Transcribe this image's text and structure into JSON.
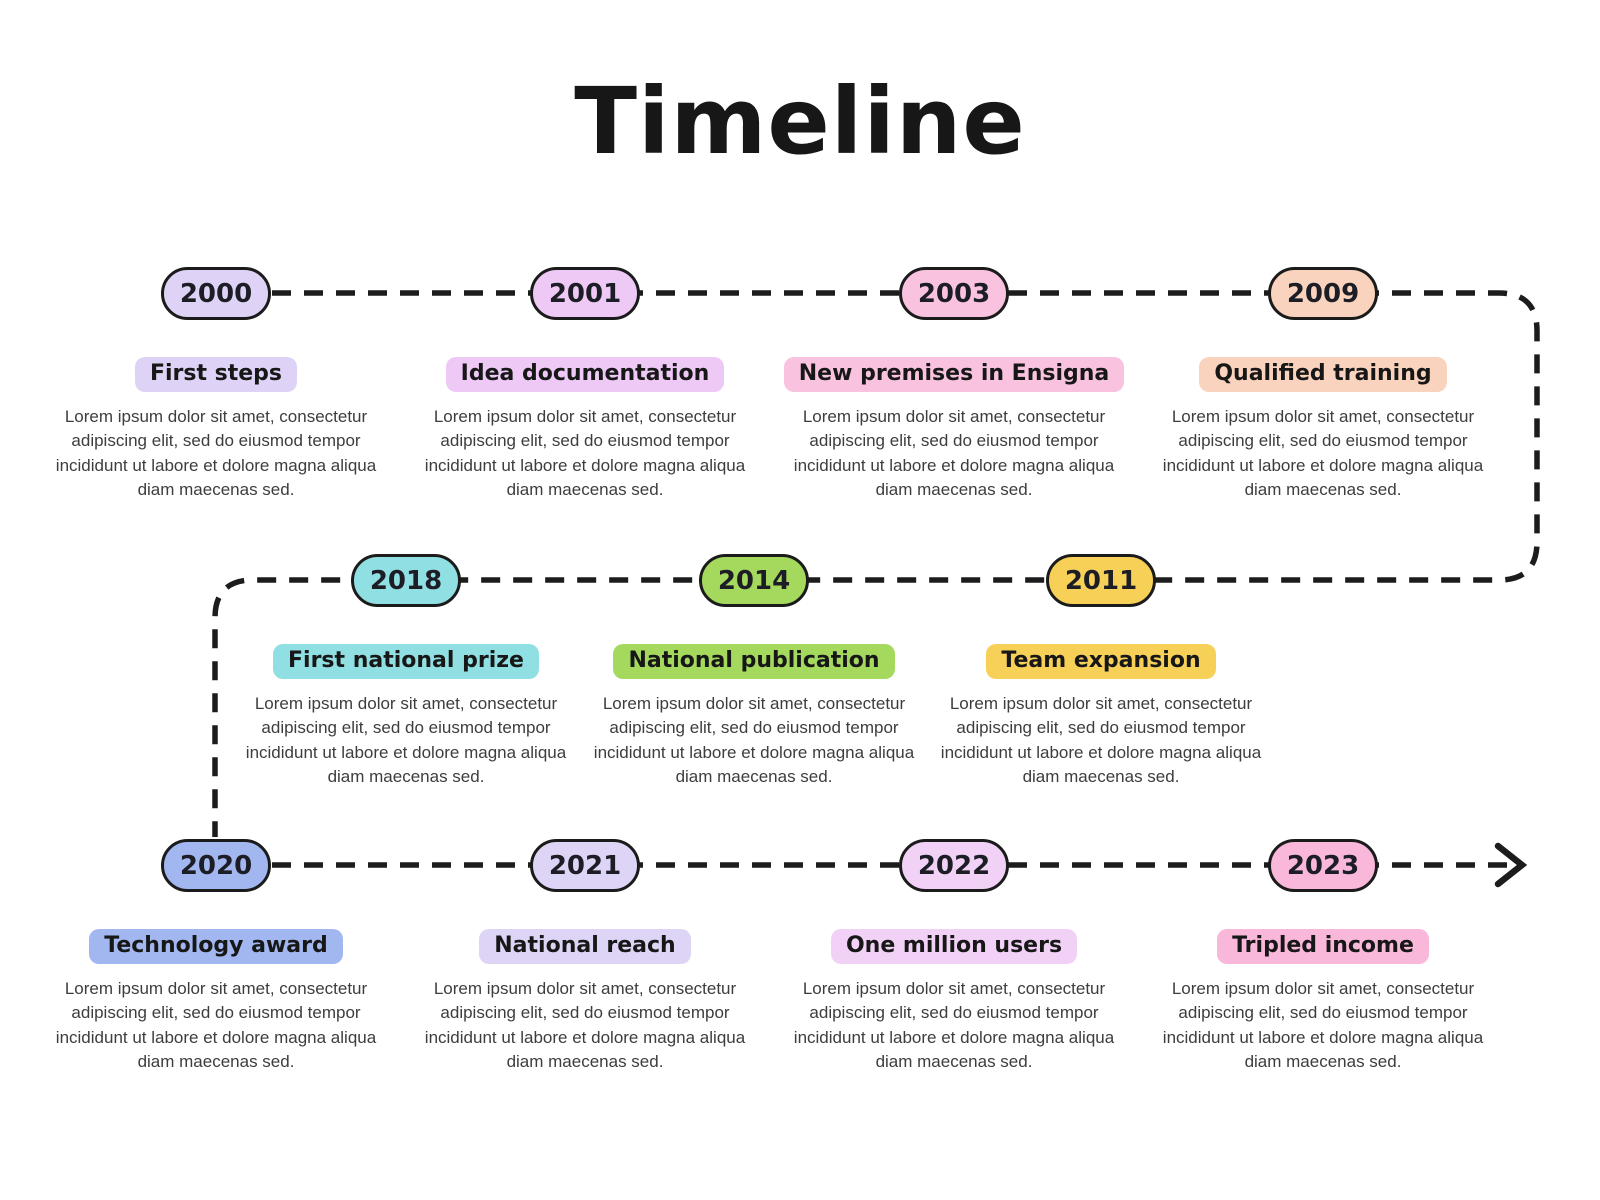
{
  "title": "Timeline",
  "line_color": "#1c1c1c",
  "border_color": "#1b1b1b",
  "events": [
    {
      "year": "2000",
      "label": "First steps",
      "color": "#ded3f6",
      "description": "Lorem ipsum dolor sit amet, consectetur adipiscing elit, sed do eiusmod tempor incididunt ut labore et dolore magna aliqua diam maecenas sed."
    },
    {
      "year": "2001",
      "label": "Idea documentation",
      "color": "#eec9f5",
      "description": "Lorem ipsum dolor sit amet, consectetur adipiscing elit, sed do eiusmod tempor incididunt ut labore et dolore magna aliqua diam maecenas sed."
    },
    {
      "year": "2003",
      "label": "New premises in Ensigna",
      "color": "#f9c3e0",
      "description": "Lorem ipsum dolor sit amet, consectetur adipiscing elit, sed do eiusmod tempor incididunt ut labore et dolore magna aliqua diam maecenas sed."
    },
    {
      "year": "2009",
      "label": "Qualified training",
      "color": "#f9d3bd",
      "description": "Lorem ipsum dolor sit amet, consectetur adipiscing elit, sed do eiusmod tempor incididunt ut labore et dolore magna aliqua diam maecenas sed."
    },
    {
      "year": "2011",
      "label": "Team expansion",
      "color": "#f7d157",
      "description": "Lorem ipsum dolor sit amet, consectetur adipiscing elit, sed do eiusmod tempor incididunt ut labore et dolore magna aliqua diam maecenas sed."
    },
    {
      "year": "2014",
      "label": "National publication",
      "color": "#a4d95e",
      "description": "Lorem ipsum dolor sit amet, consectetur adipiscing elit, sed do eiusmod tempor incididunt ut labore et dolore magna aliqua diam maecenas sed."
    },
    {
      "year": "2018",
      "label": "First national prize",
      "color": "#90dfe3",
      "description": "Lorem ipsum dolor sit amet, consectetur adipiscing elit, sed do eiusmod tempor incididunt ut labore et dolore magna aliqua diam maecenas sed."
    },
    {
      "year": "2020",
      "label": "Technology award",
      "color": "#a2b6f0",
      "description": "Lorem ipsum dolor sit amet, consectetur adipiscing elit, sed do eiusmod tempor incididunt ut labore et dolore magna aliqua diam maecenas sed."
    },
    {
      "year": "2021",
      "label": "National reach",
      "color": "#ded5f6",
      "description": "Lorem ipsum dolor sit amet, consectetur adipiscing elit, sed do eiusmod tempor incididunt ut labore et dolore magna aliqua diam maecenas sed."
    },
    {
      "year": "2022",
      "label": "One million users",
      "color": "#f1d2f6",
      "description": "Lorem ipsum dolor sit amet, consectetur adipiscing elit, sed do eiusmod tempor incididunt ut labore et dolore magna aliqua diam maecenas sed."
    },
    {
      "year": "2023",
      "label": "Tripled income",
      "color": "#f9b7da",
      "description": "Lorem ipsum dolor sit amet, consectetur adipiscing elit, sed do eiusmod tempor incididunt ut labore et dolore magna aliqua diam maecenas sed."
    }
  ]
}
